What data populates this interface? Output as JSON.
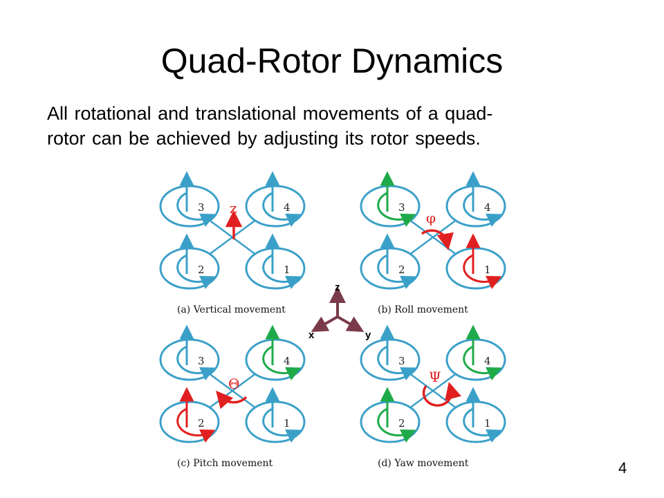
{
  "slide": {
    "title": "Quad-Rotor Dynamics",
    "body_line1": "All rotational and translational movements of a quad-",
    "body_line2": "rotor can be achieved by adjusting its rotor speeds.",
    "page_number": "4"
  },
  "colors": {
    "rotor_blue": "#3aa0c8",
    "increase_green": "#1faa4a",
    "decrease_red": "#e02020",
    "axis_maroon": "#7a3a4a"
  },
  "panels": [
    {
      "caption": "(a) Vertical movement",
      "symbol": "z",
      "rotors": [
        {
          "label": "3",
          "color": "blue"
        },
        {
          "label": "4",
          "color": "blue"
        },
        {
          "label": "2",
          "color": "blue"
        },
        {
          "label": "1",
          "color": "blue"
        }
      ]
    },
    {
      "caption": "(b) Roll movement",
      "symbol": "φ",
      "rotors": [
        {
          "label": "3",
          "color": "green"
        },
        {
          "label": "4",
          "color": "blue"
        },
        {
          "label": "2",
          "color": "blue"
        },
        {
          "label": "1",
          "color": "red"
        }
      ]
    },
    {
      "caption": "(c) Pitch movement",
      "symbol": "Θ",
      "rotors": [
        {
          "label": "3",
          "color": "blue"
        },
        {
          "label": "4",
          "color": "green"
        },
        {
          "label": "2",
          "color": "red"
        },
        {
          "label": "1",
          "color": "blue"
        }
      ]
    },
    {
      "caption": "(d) Yaw movement",
      "symbol": "Ψ",
      "rotors": [
        {
          "label": "3",
          "color": "blue"
        },
        {
          "label": "4",
          "color": "green"
        },
        {
          "label": "2",
          "color": "green"
        },
        {
          "label": "1",
          "color": "blue"
        }
      ]
    }
  ],
  "axes": {
    "z": "z",
    "x": "x",
    "y": "y"
  }
}
